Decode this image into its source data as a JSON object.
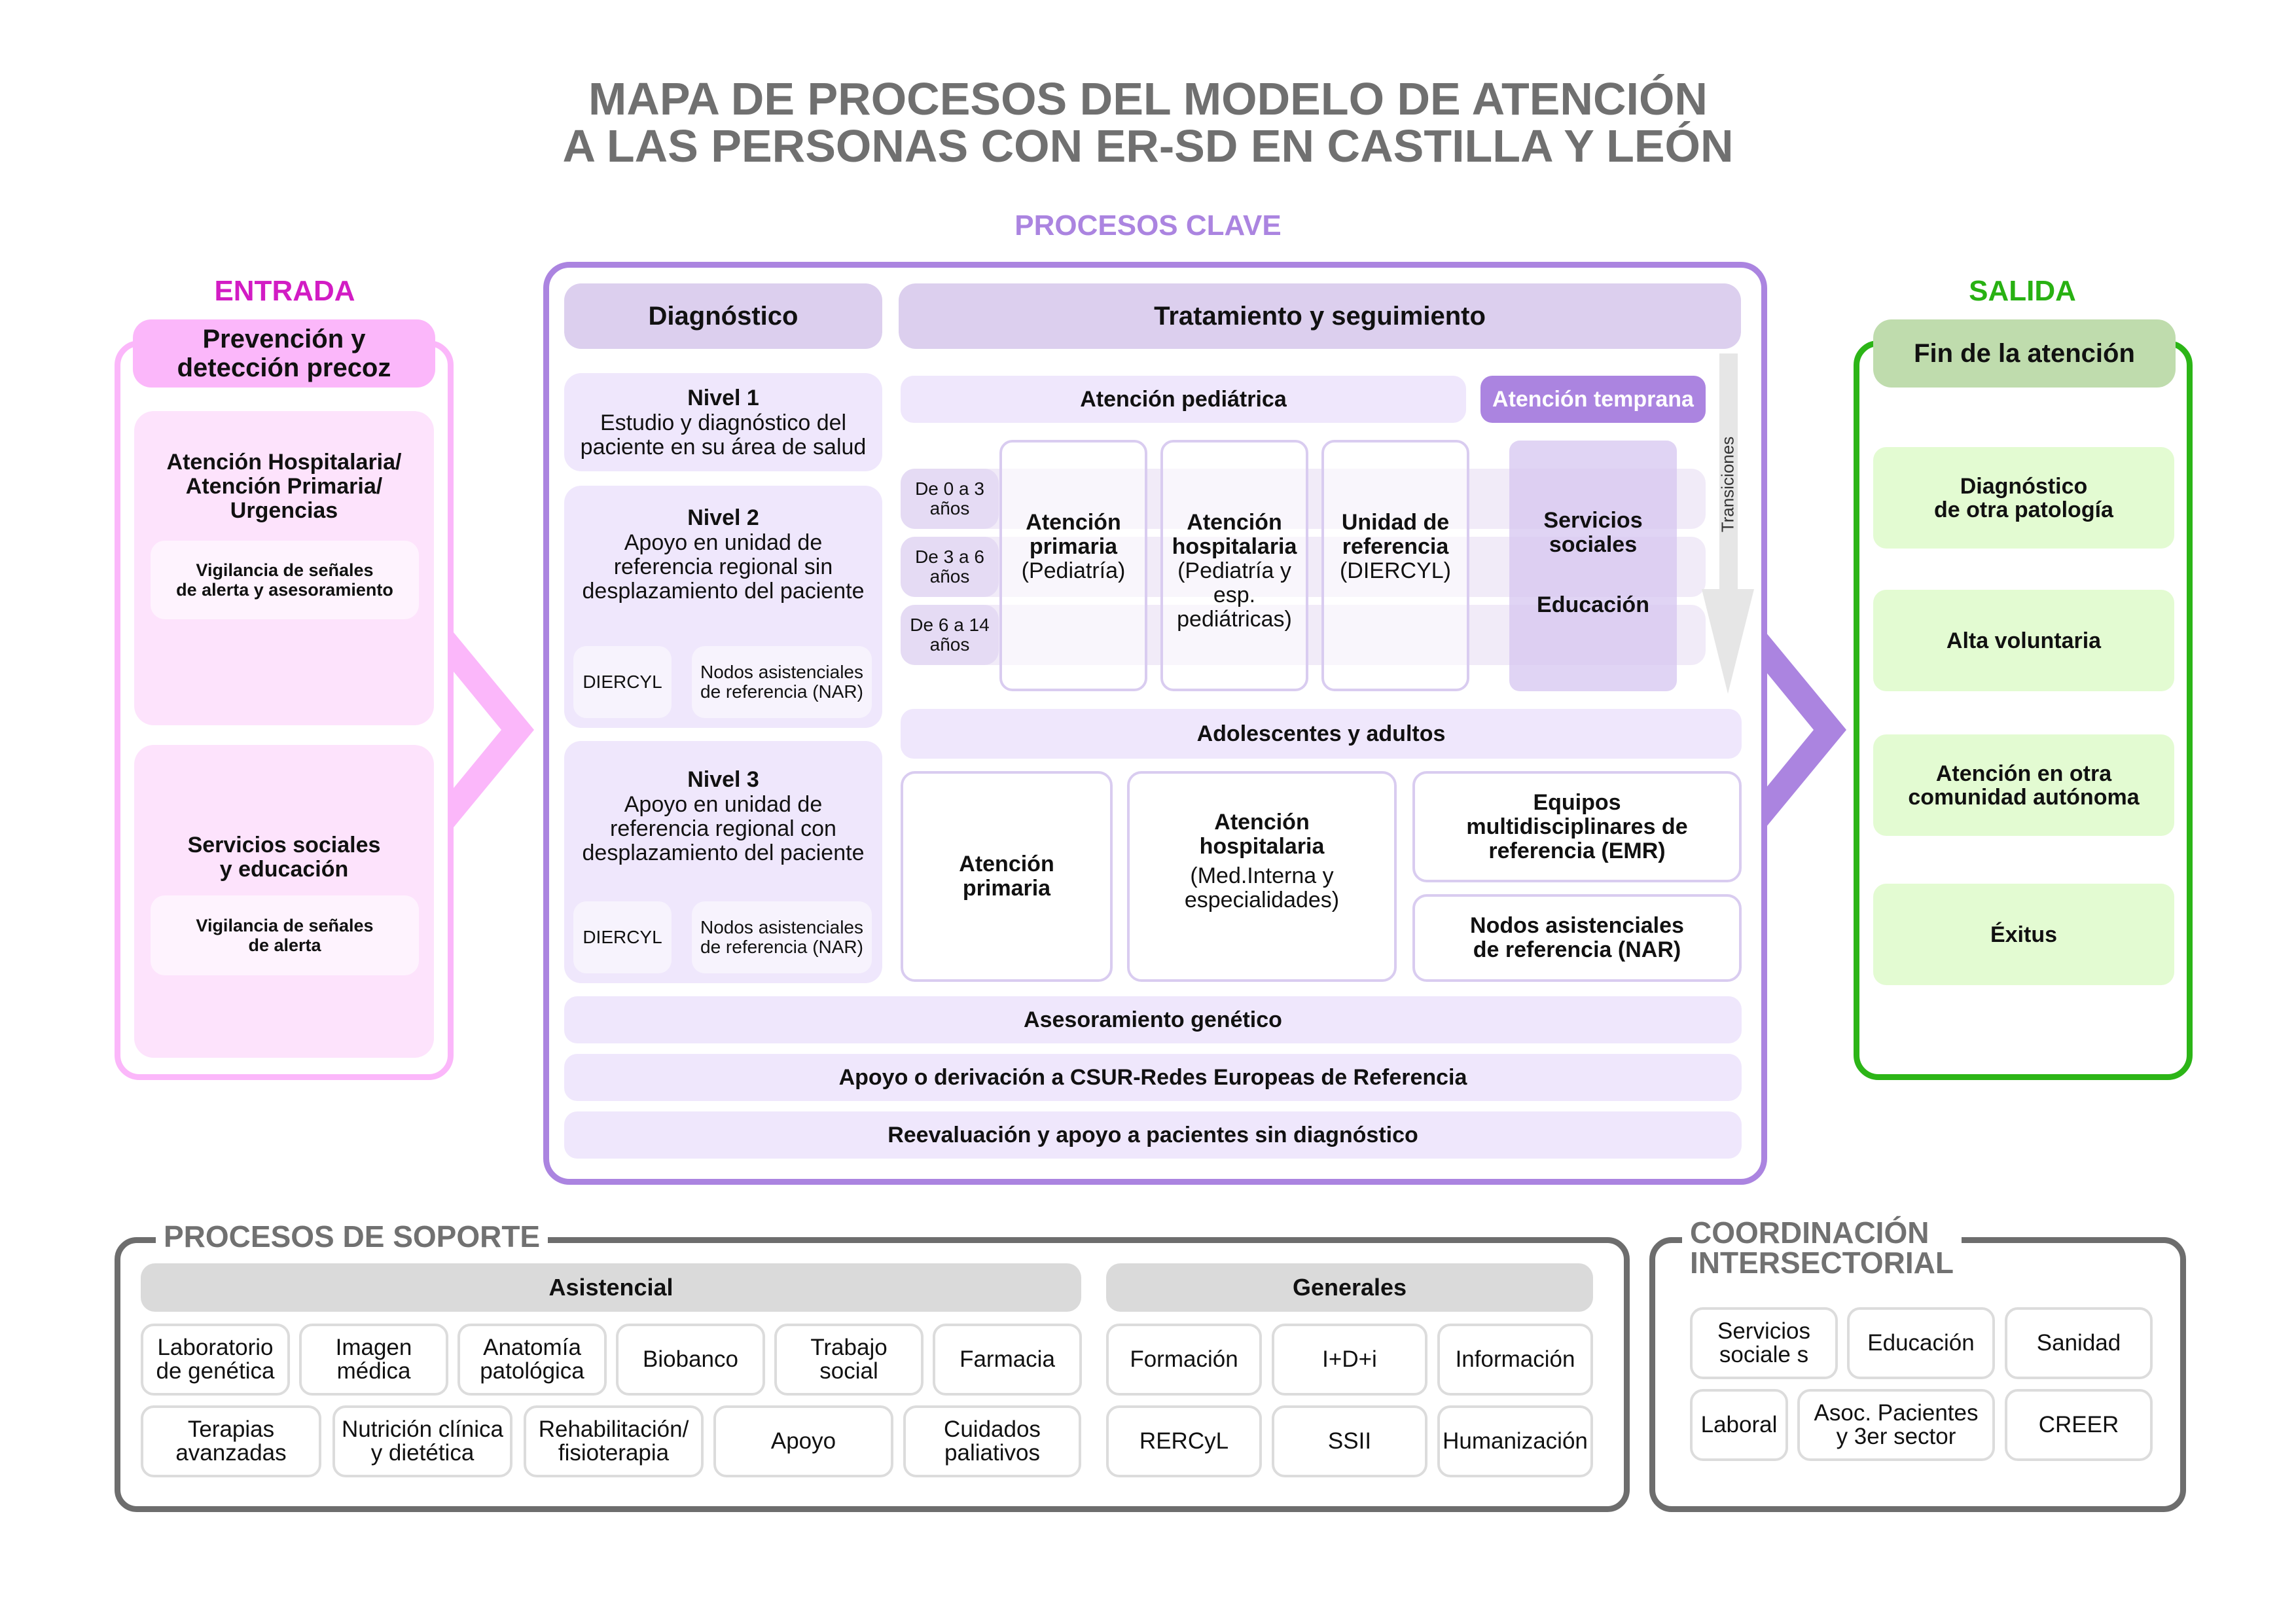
{
  "title": {
    "line1": "MAPA DE PROCESOS DEL MODELO DE ATENCIÓN",
    "line2": "A LAS PERSONAS CON ER-SD EN CASTILLA Y LEÓN"
  },
  "colors": {
    "title_gray": "#707070",
    "entrada": "#d21cc4",
    "entrada_pink": "#fbb7fa",
    "clave_purple": "#ab84e0",
    "salida_green": "#2cb517",
    "support_gray": "#6d6d6d"
  },
  "entrada": {
    "label": "ENTRADA",
    "header": [
      "Prevención y",
      "detección precoz"
    ],
    "cards": [
      {
        "title": [
          "Atención Hospitalaria/",
          "Atención Primaria/",
          "Urgencias"
        ],
        "sub": [
          "Vigilancia de señales",
          "de alerta y asesoramiento"
        ]
      },
      {
        "title": [
          "Servicios sociales",
          "y educación"
        ],
        "sub": [
          "Vigilancia de señales",
          "de alerta"
        ]
      }
    ]
  },
  "clave": {
    "label": "PROCESOS CLAVE",
    "diagnostico": {
      "header": "Diagnóstico",
      "levels": [
        {
          "title": "Nivel 1",
          "text": [
            "Estudio y diagnóstico del",
            "paciente en su área de salud"
          ]
        },
        {
          "title": "Nivel 2",
          "text": [
            "Apoyo en unidad de",
            "referencia regional sin",
            "desplazamiento del paciente"
          ],
          "subs": [
            "DIERCYL",
            "Nodos asistenciales de referencia (NAR)"
          ]
        },
        {
          "title": "Nivel 3",
          "text": [
            "Apoyo en unidad de",
            "referencia regional con",
            "desplazamiento del paciente"
          ],
          "subs": [
            "DIERCYL",
            "Nodos asistenciales de referencia (NAR)"
          ]
        }
      ]
    },
    "tratamiento": {
      "header": "Tratamiento y seguimiento",
      "pediatrica": {
        "label": "Atención pediátrica",
        "temprana": "Atención temprana",
        "ages": [
          [
            "De 0 a 3",
            "años"
          ],
          [
            "De 3 a 6",
            "años"
          ],
          [
            "De 6 a 14",
            "años"
          ]
        ],
        "columns": [
          {
            "title": [
              "Atención",
              "primaria"
            ],
            "sub": [
              "(Pediatría)"
            ]
          },
          {
            "title": [
              "Atención",
              "hospitalaria"
            ],
            "sub": [
              "(Pediatría y",
              "esp.",
              "pediátricas)"
            ]
          },
          {
            "title": [
              "Unidad de",
              "referencia"
            ],
            "sub": [
              "(DIERCYL)"
            ]
          }
        ],
        "social": [
          "Servicios",
          "sociales"
        ],
        "education": "Educación"
      },
      "transitions": "Transiciones",
      "adultos": {
        "label": "Adolescentes y adultos",
        "primaria": [
          "Atención",
          "primaria"
        ],
        "hospitalaria": {
          "title": [
            "Atención",
            "hospitalaria"
          ],
          "sub": [
            "(Med.Interna y",
            "especialidades)"
          ]
        },
        "emr": [
          "Equipos",
          "multidisciplinares de",
          "referencia (EMR)"
        ],
        "nar": [
          "Nodos asistenciales",
          "de referencia (NAR)"
        ]
      }
    },
    "bars": [
      "Asesoramiento genético",
      "Apoyo o derivación a CSUR-Redes Europeas de Referencia",
      "Reevaluación y apoyo a pacientes sin diagnóstico"
    ]
  },
  "salida": {
    "label": "SALIDA",
    "header": "Fin de la atención",
    "items": [
      [
        "Diagnóstico",
        "de otra patología"
      ],
      [
        "Alta voluntaria"
      ],
      [
        "Atención en otra",
        "comunidad autónoma"
      ],
      [
        "Éxitus"
      ]
    ]
  },
  "soporte": {
    "label": "PROCESOS DE SOPORTE",
    "asistencial": {
      "header": "Asistencial",
      "row1": [
        [
          "Laboratorio",
          "de genética"
        ],
        [
          "Imagen",
          "médica"
        ],
        [
          "Anatomía",
          "patológica"
        ],
        [
          "Biobanco"
        ],
        [
          "Trabajo",
          "social"
        ],
        [
          "Farmacia"
        ]
      ],
      "row2": [
        [
          "Terapias",
          "avanzadas"
        ],
        [
          "Nutrición clínica",
          "y dietética"
        ],
        [
          "Rehabilitación/",
          "fisioterapia"
        ],
        [
          "Apoyo"
        ],
        [
          "Cuidados",
          "paliativos"
        ]
      ]
    },
    "generales": {
      "header": "Generales",
      "items": [
        "Formación",
        "I+D+i",
        "Información",
        "RERCyL",
        "SSII",
        "Humanización"
      ]
    }
  },
  "coordinacion": {
    "label": [
      "COORDINACIÓN",
      "INTERSECTORIAL"
    ],
    "row1": [
      [
        "Servicios",
        "sociale s"
      ],
      [
        "Educación"
      ],
      [
        "Sanidad"
      ]
    ],
    "row2": [
      [
        "Laboral"
      ],
      [
        "Asoc. Pacientes",
        "y 3er sector"
      ],
      [
        "CREER"
      ]
    ]
  }
}
